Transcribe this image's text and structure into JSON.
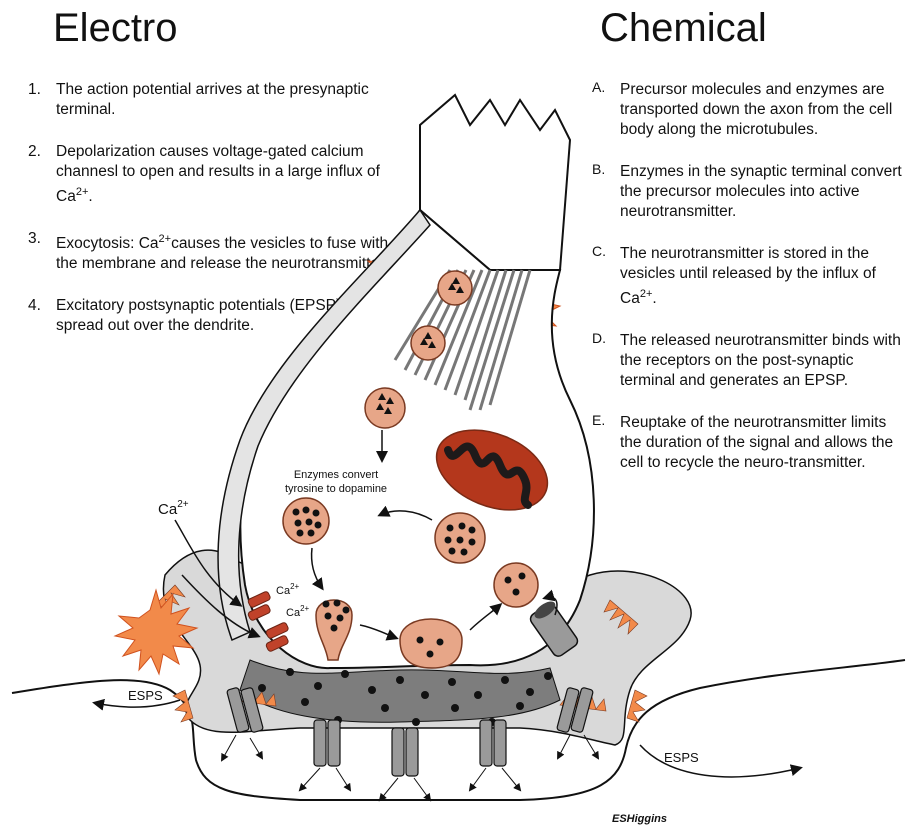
{
  "headings": {
    "electro": "Electro",
    "chemical": "Chemical"
  },
  "electro_steps": [
    {
      "marker": "1.",
      "text": "The action potential arrives at the presynaptic terminal."
    },
    {
      "marker": "2.",
      "text_a": "Depolarization causes voltage-gated calcium channesl to open and results in a large influx of Ca",
      "sup": "2+",
      "text_b": "."
    },
    {
      "marker": "3.",
      "text_a": "Exocytosis: Ca",
      "sup": "2+",
      "text_b": "causes the vesicles to fuse with the membrane and release the  neurotransmitter."
    },
    {
      "marker": "4.",
      "text": "Excitatory postsynaptic potentials (EPSP) spread out over the dendrite."
    }
  ],
  "chemical_steps": [
    {
      "marker": "A.",
      "text": "Precursor molecules and enzymes are transported down the axon from the cell body along the microtubules."
    },
    {
      "marker": "B.",
      "text": "Enzymes in the synaptic terminal convert the precursor molecules into active neurotransmitter."
    },
    {
      "marker": "C.",
      "text_a": "The neurotransmitter is stored in the vesicles until released by the influx of Ca",
      "sup": "2+",
      "text_b": "."
    },
    {
      "marker": "D.",
      "text": "The released neurotransmitter binds with the receptors on the post-synaptic terminal and generates an EPSP."
    },
    {
      "marker": "E.",
      "text": "Reuptake of the neurotransmitter limits the duration of the signal and allows the cell to recycle the neuro-transmitter."
    }
  ],
  "diagram_labels": {
    "enzymes_line1": "Enzymes convert",
    "enzymes_line2": "tyrosine to dopamine",
    "ca_main": "Ca",
    "ca_sup": "2+",
    "channel_ca_1": "Ca",
    "channel_ca_1_sup": "2+",
    "channel_ca_2": "Ca",
    "channel_ca_2_sup": "2+",
    "esps_left": "ESPS",
    "esps_right": "ESPS",
    "credit": "ESHiggins"
  },
  "colors": {
    "vesicle_fill": "#e7a688",
    "vesicle_stroke": "#7a3a22",
    "mito_fill": "#b4371c",
    "mito_crista": "#1e1a1a",
    "spark_fill": "#f28a4a",
    "cleft_gray": "#7d7d7d",
    "membrane_gray": "#d7d7d7",
    "receptor_gray": "#9a9a9a"
  }
}
